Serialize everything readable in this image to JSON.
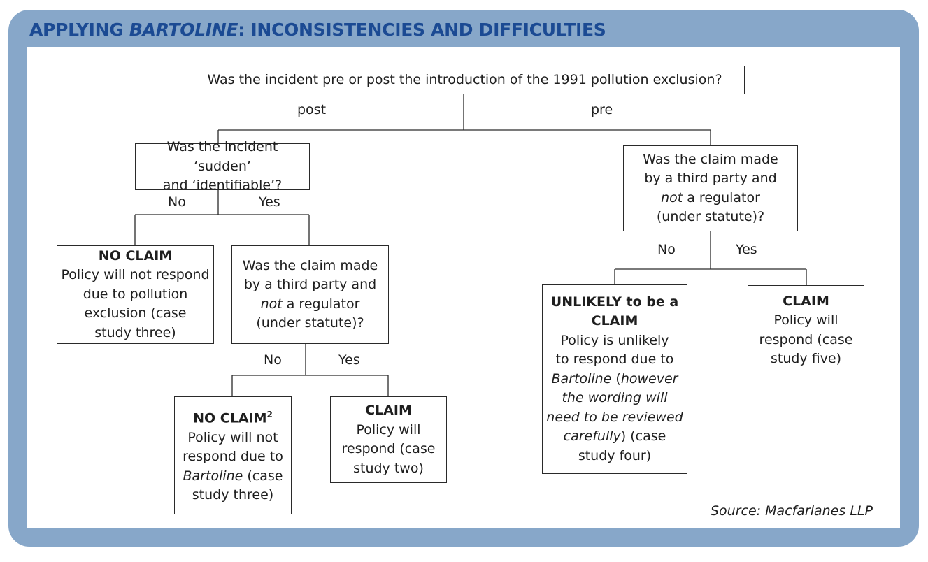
{
  "title": {
    "prefix": "APPLYING ",
    "italic": "BARTOLINE",
    "suffix": ": INCONSISTENCIES AND DIFFICULTIES"
  },
  "root": {
    "question": "Was the incident pre or post the introduction of the 1991 pollution exclusion?"
  },
  "branch_labels": {
    "post": "post",
    "pre": "pre"
  },
  "sudden": {
    "line1": "Was the incident ‘sudden’",
    "line2": "and ‘identifiable’?",
    "no": "No",
    "yes": "Yes"
  },
  "no_claim_1": {
    "heading": "NO CLAIM",
    "line1": "Policy will not respond",
    "line2": "due to pollution",
    "line3": "exclusion (case",
    "line4": "study three)"
  },
  "third_party_left": {
    "line1": "Was the claim made",
    "line2": "by a third party and",
    "line3_italic": "not",
    "line3_rest": " a regulator",
    "line4": "(under statute)?",
    "no": "No",
    "yes": "Yes"
  },
  "no_claim_2": {
    "heading": "NO CLAIM",
    "footnote": "2",
    "line1": "Policy will not",
    "line2": "respond due to",
    "line3_italic": "Bartoline",
    "line3_rest": " (case",
    "line4": "study three)"
  },
  "claim_two": {
    "heading": "CLAIM",
    "line1": "Policy will",
    "line2": "respond (case",
    "line3": "study two)"
  },
  "third_party_right": {
    "line1": "Was the claim made",
    "line2": "by a third party and",
    "line3_italic": "not",
    "line3_rest": " a regulator",
    "line4": "(under statute)?",
    "no": "No",
    "yes": "Yes"
  },
  "unlikely": {
    "heading1": "UNLIKELY to be a",
    "heading2": "CLAIM",
    "line1": "Policy is unlikely",
    "line2": "to respond due to",
    "line3_italic_a": "Bartoline",
    "line3_rest": " (",
    "line3_italic_b": "however",
    "line4": "the wording will",
    "line5": "need to be reviewed",
    "line6_italic": "carefully",
    "line6_rest": ") (case",
    "line7": "study four)"
  },
  "claim_five": {
    "heading": "CLAIM",
    "line1": "Policy will",
    "line2": "respond (case",
    "line3": "study five)"
  },
  "source": "Source: Macfarlanes LLP",
  "colors": {
    "frame": "#87a7c9",
    "title": "#1b4a93",
    "line": "#2a2a2a"
  }
}
